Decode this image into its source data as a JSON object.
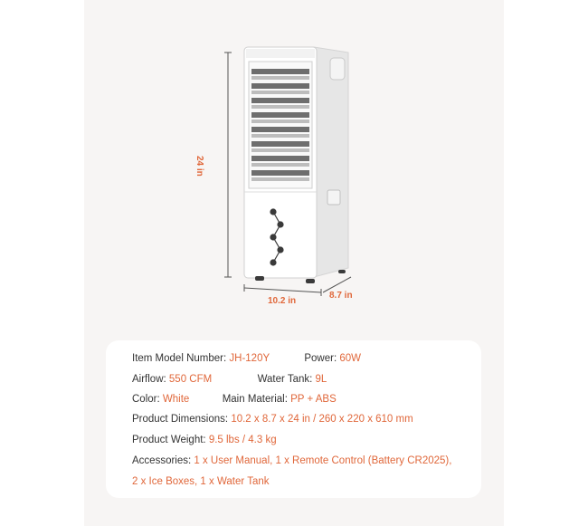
{
  "dimensions": {
    "height": "24 in",
    "width": "10.2 in",
    "depth": "8.7 in"
  },
  "colors": {
    "accent": "#e0673a",
    "text": "#333333",
    "background": "#f7f5f4"
  },
  "specs": {
    "model_label": "Item Model Number:",
    "model_value": "JH-120Y",
    "power_label": "Power:",
    "power_value": "60W",
    "airflow_label": "Airflow:",
    "airflow_value": "550 CFM",
    "tank_label": "Water Tank:",
    "tank_value": "9L",
    "color_label": "Color:",
    "color_value": "White",
    "material_label": "Main Material:",
    "material_value": "PP + ABS",
    "dimensions_label": "Product Dimensions:",
    "dimensions_value": "10.2 x 8.7 x 24 in / 260 x 220 x 610 mm",
    "weight_label": "Product Weight:",
    "weight_value": "9.5 lbs / 4.3 kg",
    "accessories_label": "Accessories:",
    "accessories_value_1": "1 x User Manual, 1 x Remote Control (Battery CR2025),",
    "accessories_value_2": "2 x Ice Boxes, 1 x Water Tank"
  }
}
